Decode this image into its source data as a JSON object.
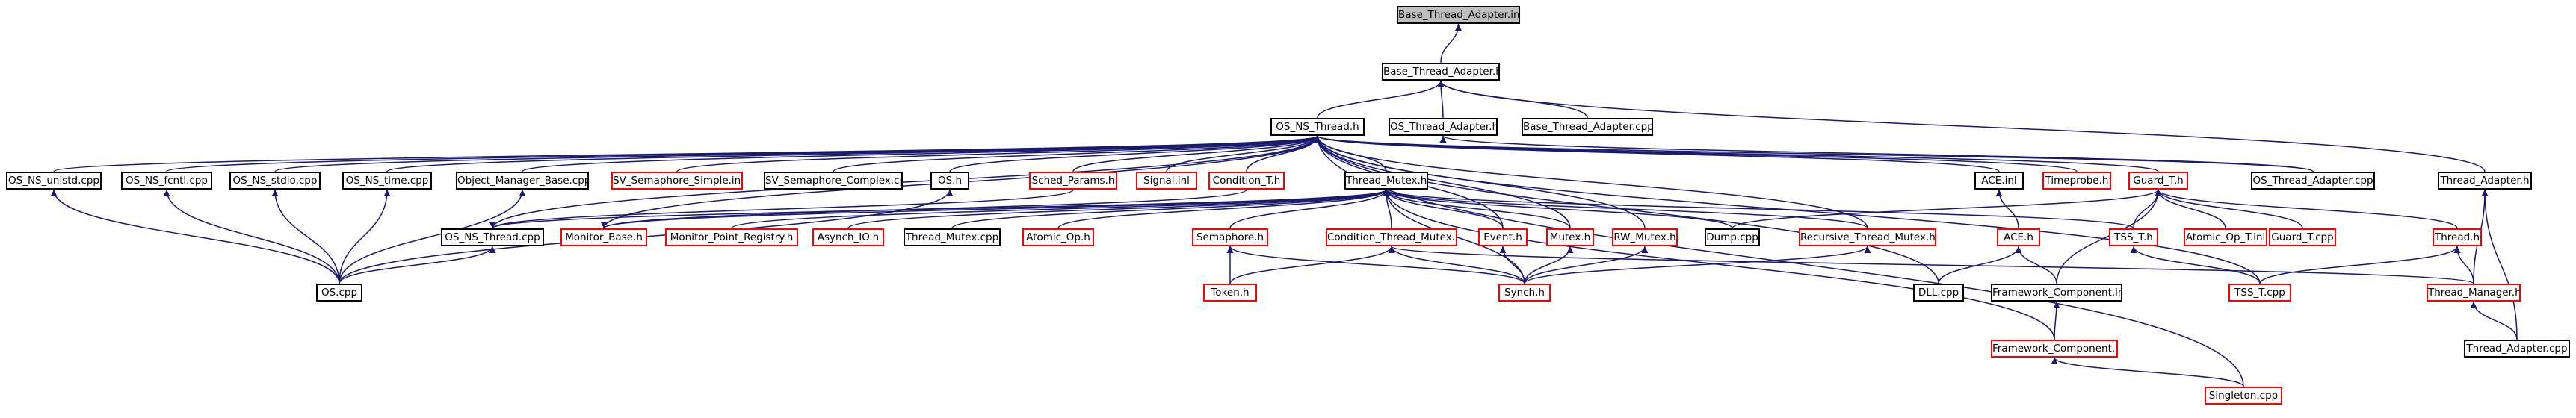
{
  "diagram": {
    "edge_color": "#191970",
    "nodes": {
      "base_thread_adapter_inl": {
        "label": "Base_Thread_Adapter.inl",
        "style": "root"
      },
      "base_thread_adapter_h": {
        "label": "Base_Thread_Adapter.h",
        "style": "normal"
      },
      "os_ns_thread_h": {
        "label": "OS_NS_Thread.h",
        "style": "normal"
      },
      "os_thread_adapter_h": {
        "label": "OS_Thread_Adapter.h",
        "style": "normal"
      },
      "base_thread_adapter_cpp": {
        "label": "Base_Thread_Adapter.cpp",
        "style": "normal"
      },
      "os_ns_unistd_cpp": {
        "label": "OS_NS_unistd.cpp",
        "style": "normal"
      },
      "os_ns_fcntl_cpp": {
        "label": "OS_NS_fcntl.cpp",
        "style": "normal"
      },
      "os_ns_stdio_cpp": {
        "label": "OS_NS_stdio.cpp",
        "style": "normal"
      },
      "os_ns_time_cpp": {
        "label": "OS_NS_time.cpp",
        "style": "normal"
      },
      "object_manager_base_cpp": {
        "label": "Object_Manager_Base.cpp",
        "style": "normal"
      },
      "sv_semaphore_simple_inl": {
        "label": "SV_Semaphore_Simple.inl",
        "style": "red"
      },
      "sv_semaphore_complex_cpp": {
        "label": "SV_Semaphore_Complex.cpp",
        "style": "normal"
      },
      "os_h": {
        "label": "OS.h",
        "style": "normal"
      },
      "sched_params_h": {
        "label": "Sched_Params.h",
        "style": "red"
      },
      "signal_inl": {
        "label": "Signal.inl",
        "style": "red"
      },
      "condition_t_h": {
        "label": "Condition_T.h",
        "style": "red"
      },
      "thread_mutex_h": {
        "label": "Thread_Mutex.h",
        "style": "normal"
      },
      "ace_inl": {
        "label": "ACE.inl",
        "style": "normal"
      },
      "timeprobe_h": {
        "label": "Timeprobe.h",
        "style": "red"
      },
      "guard_t_h": {
        "label": "Guard_T.h",
        "style": "red"
      },
      "os_thread_adapter_cpp": {
        "label": "OS_Thread_Adapter.cpp",
        "style": "normal"
      },
      "thread_adapter_h": {
        "label": "Thread_Adapter.h",
        "style": "normal"
      },
      "os_ns_thread_cpp": {
        "label": "OS_NS_Thread.cpp",
        "style": "normal"
      },
      "monitor_base_h": {
        "label": "Monitor_Base.h",
        "style": "red"
      },
      "monitor_point_registry_h": {
        "label": "Monitor_Point_Registry.h",
        "style": "red"
      },
      "asynch_io_h": {
        "label": "Asynch_IO.h",
        "style": "red"
      },
      "thread_mutex_cpp": {
        "label": "Thread_Mutex.cpp",
        "style": "normal"
      },
      "atomic_op_h": {
        "label": "Atomic_Op.h",
        "style": "red"
      },
      "semaphore_h": {
        "label": "Semaphore.h",
        "style": "red"
      },
      "condition_thread_mutex_h": {
        "label": "Condition_Thread_Mutex.h",
        "style": "red"
      },
      "event_h": {
        "label": "Event.h",
        "style": "red"
      },
      "mutex_h": {
        "label": "Mutex.h",
        "style": "red"
      },
      "rw_mutex_h": {
        "label": "RW_Mutex.h",
        "style": "red"
      },
      "dump_cpp": {
        "label": "Dump.cpp",
        "style": "normal"
      },
      "recursive_thread_mutex_h": {
        "label": "Recursive_Thread_Mutex.h",
        "style": "red"
      },
      "ace_h": {
        "label": "ACE.h",
        "style": "red"
      },
      "tss_t_h": {
        "label": "TSS_T.h",
        "style": "red"
      },
      "atomic_op_t_inl": {
        "label": "Atomic_Op_T.inl",
        "style": "red"
      },
      "guard_t_cpp": {
        "label": "Guard_T.cpp",
        "style": "red"
      },
      "thread_h": {
        "label": "Thread.h",
        "style": "red"
      },
      "os_cpp": {
        "label": "OS.cpp",
        "style": "normal"
      },
      "token_h": {
        "label": "Token.h",
        "style": "red"
      },
      "synch_h": {
        "label": "Synch.h",
        "style": "red"
      },
      "dll_cpp": {
        "label": "DLL.cpp",
        "style": "normal"
      },
      "framework_component_inl": {
        "label": "Framework_Component.inl",
        "style": "normal"
      },
      "tss_t_cpp": {
        "label": "TSS_T.cpp",
        "style": "red"
      },
      "thread_manager_h": {
        "label": "Thread_Manager.h",
        "style": "red"
      },
      "framework_component_h": {
        "label": "Framework_Component.h",
        "style": "red"
      },
      "thread_adapter_cpp": {
        "label": "Thread_Adapter.cpp",
        "style": "normal"
      },
      "singleton_cpp": {
        "label": "Singleton.cpp",
        "style": "red"
      }
    }
  }
}
